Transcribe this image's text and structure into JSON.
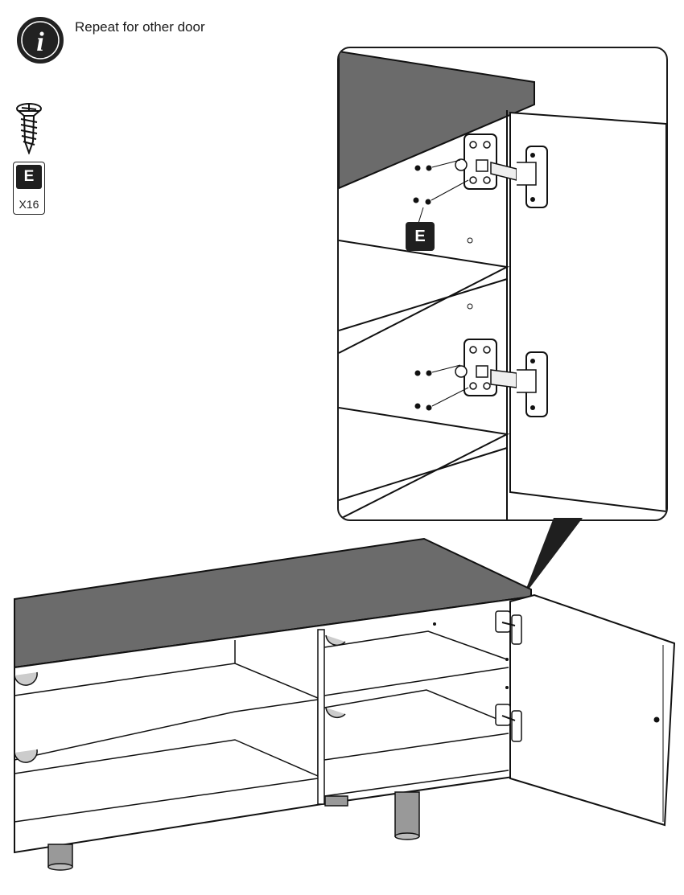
{
  "instruction": {
    "text": "Repeat for other door",
    "icon": "info-icon"
  },
  "parts": [
    {
      "label": "E",
      "quantity": "X16",
      "icon": "screw-icon"
    }
  ],
  "detail": {
    "part_label": "E"
  },
  "colors": {
    "top_panel": "#6b6b6b",
    "line": "#1a1a1a",
    "badge": "#1f1f1f"
  }
}
